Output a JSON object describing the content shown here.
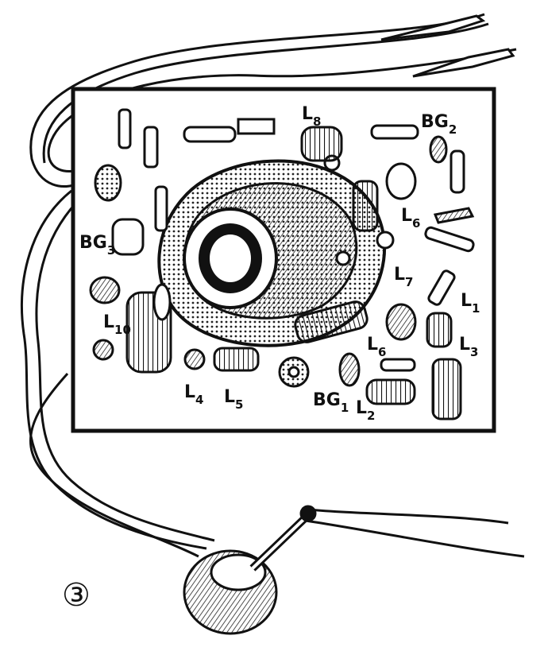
{
  "figure_number": "③",
  "labels": {
    "L8": {
      "main": "L",
      "sub": "8"
    },
    "BG2": {
      "main": "BG",
      "sub": "2"
    },
    "L6_top": {
      "main": "L",
      "sub": "6"
    },
    "BG3": {
      "main": "BG",
      "sub": "3"
    },
    "L7": {
      "main": "L",
      "sub": "7"
    },
    "L1": {
      "main": "L",
      "sub": "1"
    },
    "L10": {
      "main": "L",
      "sub": "10"
    },
    "L3": {
      "main": "L",
      "sub": "3"
    },
    "L6": {
      "main": "L",
      "sub": "6"
    },
    "L4": {
      "main": "L",
      "sub": "4"
    },
    "L5": {
      "main": "L",
      "sub": "5"
    },
    "BG1": {
      "main": "BG",
      "sub": "1"
    },
    "L2": {
      "main": "L",
      "sub": "2"
    }
  },
  "colors": {
    "ink": "#111111",
    "paper": "#ffffff",
    "hatch": "#333333"
  }
}
